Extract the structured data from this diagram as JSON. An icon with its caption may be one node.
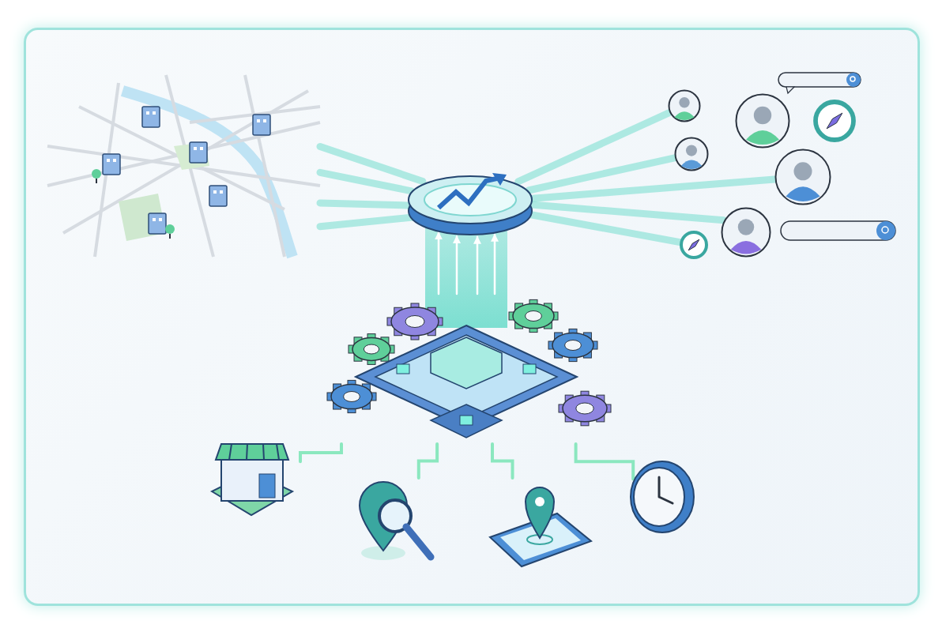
{
  "diagram": {
    "nodes": [
      {
        "text": [],
        "shape": "picture"
      },
      {
        "text": [],
        "shape": "picture"
      },
      {
        "text": [],
        "shape": "person"
      },
      {
        "text": [],
        "shape": "person"
      },
      {
        "text": [],
        "shape": "person"
      },
      {
        "text": [],
        "shape": "person"
      },
      {
        "text": [],
        "shape": "person"
      },
      {
        "text": [],
        "shape": "picture"
      },
      {
        "text": [],
        "shape": "picture"
      },
      {
        "text": [],
        "shape": "picture"
      },
      {
        "text": [],
        "shape": "picture"
      },
      {
        "text": [],
        "shape": "picture"
      },
      {
        "text": [],
        "shape": "picture"
      },
      {
        "text": [],
        "shape": "picture"
      }
    ],
    "edges": [
      {
        "from": 0,
        "to": 1,
        "arrow": "none"
      },
      {
        "from": 0,
        "to": 1,
        "arrow": "none"
      },
      {
        "from": 0,
        "to": 1,
        "arrow": "none"
      },
      {
        "from": 0,
        "to": 1,
        "arrow": "none"
      },
      {
        "from": 2,
        "to": 1,
        "arrow": "none"
      },
      {
        "from": 3,
        "to": 1,
        "arrow": "none"
      },
      {
        "from": 5,
        "to": 1,
        "arrow": "none"
      },
      {
        "from": 8,
        "to": 1,
        "arrow": "none"
      },
      {
        "from": 6,
        "to": 1,
        "arrow": "none"
      },
      {
        "from": 9,
        "to": 1,
        "arrow": "to",
        "color": "#ffffff"
      },
      {
        "from": 9,
        "to": 1,
        "arrow": "to",
        "color": "#ffffff"
      },
      {
        "from": 9,
        "to": 1,
        "arrow": "to",
        "color": "#ffffff"
      },
      {
        "from": 9,
        "to": 1,
        "arrow": "to",
        "color": "#ffffff"
      },
      {
        "from": 9,
        "to": 10,
        "arrow": "none"
      },
      {
        "from": 9,
        "to": 11,
        "arrow": "none"
      },
      {
        "from": 9,
        "to": 12,
        "arrow": "none"
      },
      {
        "from": 9,
        "to": 13,
        "arrow": "none"
      }
    ]
  }
}
